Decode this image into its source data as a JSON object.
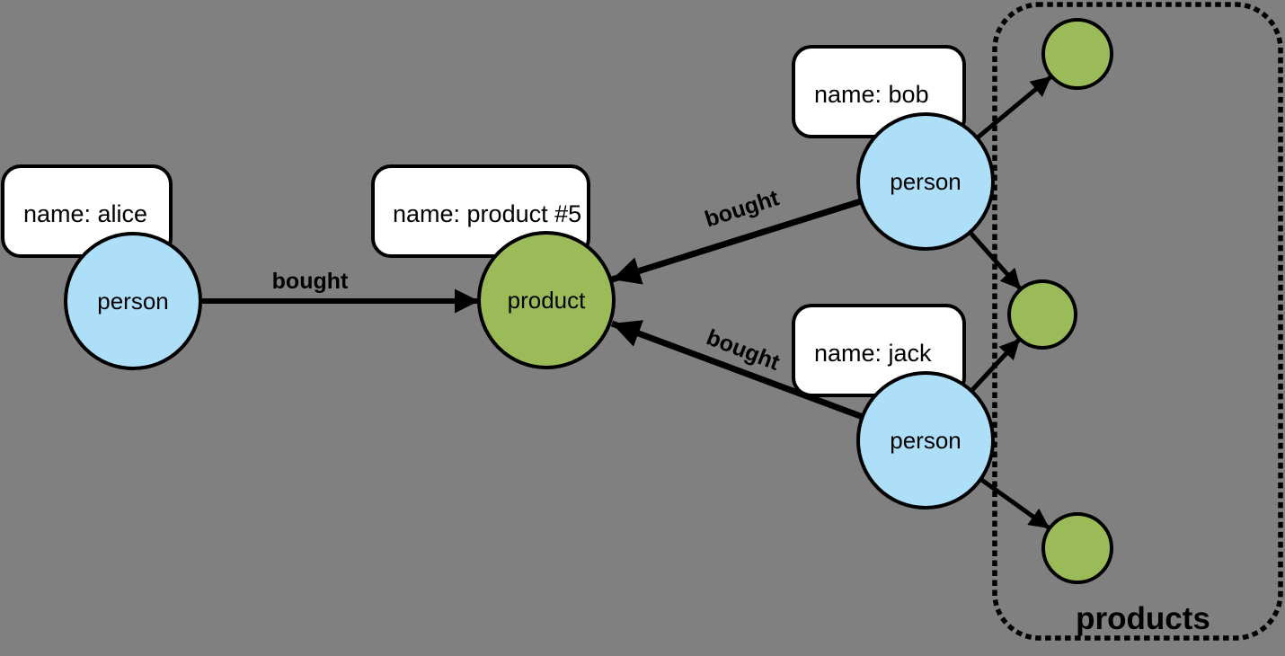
{
  "diagram": {
    "title": "graph-data-model"
  },
  "colors": {
    "background": "#808080",
    "person_fill": "#AEDFF9",
    "product_fill": "#9BBB59",
    "label_box_fill": "#FFFFFF",
    "stroke": "#000000"
  },
  "nodes": {
    "alice": {
      "label": "person",
      "property": "name: alice"
    },
    "bob": {
      "label": "person",
      "property": "name: bob"
    },
    "jack": {
      "label": "person",
      "property": "name: jack"
    },
    "product5": {
      "label": "product",
      "property": "name: product #5"
    }
  },
  "edges": {
    "alice_bought": {
      "label": "bought"
    },
    "bob_bought": {
      "label": "bought"
    },
    "jack_bought": {
      "label": "bought"
    }
  },
  "group": {
    "label": "products"
  }
}
